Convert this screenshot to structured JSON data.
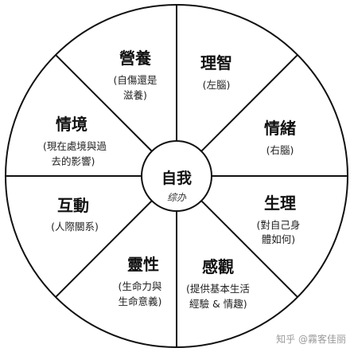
{
  "wheel": {
    "center": {
      "title": "自我",
      "note": "综办"
    },
    "segments": [
      {
        "title": "營養",
        "sub": [
          "(自傷還是",
          "滋養)"
        ]
      },
      {
        "title": "理智",
        "sub": [
          "(左腦)"
        ]
      },
      {
        "title": "情緒",
        "sub": [
          "(右腦)"
        ]
      },
      {
        "title": "生理",
        "sub": [
          "(對自己身",
          "體如何)"
        ]
      },
      {
        "title": "感觀",
        "sub": [
          "(提供基本生活",
          "經驗 & 情趣)"
        ]
      },
      {
        "title": "靈性",
        "sub": [
          "(生命力與",
          "生命意義)"
        ]
      },
      {
        "title": "互動",
        "sub": [
          "(人際關系)"
        ]
      },
      {
        "title": "情境",
        "sub": [
          "(現在處境與過",
          "去的影響)"
        ]
      }
    ]
  },
  "watermark": {
    "text": "知乎 @霧客佳丽"
  }
}
